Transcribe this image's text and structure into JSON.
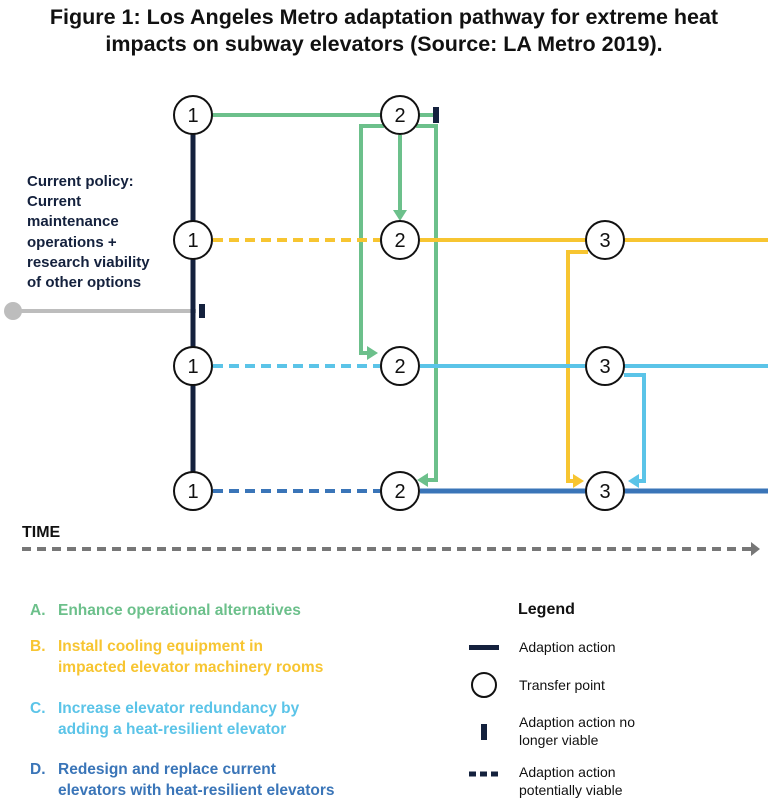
{
  "title": {
    "line1": "Figure 1: Los Angeles Metro adaptation pathway for extreme heat",
    "line2": "impacts on subway elevators (Source: LA Metro 2019)."
  },
  "current_policy": [
    "Current policy:",
    "Current",
    "maintenance",
    "operations +",
    "research viability",
    "of other options"
  ],
  "time_label": "TIME",
  "nodes": {
    "a": [
      "1",
      "2"
    ],
    "b": [
      "1",
      "2",
      "3"
    ],
    "c": [
      "1",
      "2",
      "3"
    ],
    "d": [
      "1",
      "2",
      "3"
    ]
  },
  "options": [
    {
      "letter": "A.",
      "lines": [
        "Enhance operational alternatives"
      ],
      "color": "#6cc08b"
    },
    {
      "letter": "B.",
      "lines": [
        "Install cooling equipment in",
        "impacted elevator machinery rooms"
      ],
      "color": "#f7c531"
    },
    {
      "letter": "C.",
      "lines": [
        "Increase elevator redundancy by",
        "adding a heat-resilient elevator"
      ],
      "color": "#5bc4e8"
    },
    {
      "letter": "D.",
      "lines": [
        "Redesign and replace current",
        "elevators with heat-resilient elevators"
      ],
      "color": "#3a75b8"
    }
  ],
  "legend": {
    "title": "Legend",
    "items": [
      {
        "icon": "adaptation-action-icon",
        "lines": [
          "Adaption action"
        ]
      },
      {
        "icon": "transfer-point-icon",
        "lines": [
          "Transfer point"
        ]
      },
      {
        "icon": "no-longer-viable-icon",
        "lines": [
          "Adaption action no",
          "longer viable"
        ]
      },
      {
        "icon": "potentially-viable-icon",
        "lines": [
          "Adaption action",
          "potentially viable"
        ]
      }
    ]
  },
  "colors": {
    "a": "#6cc08b",
    "b": "#f7c531",
    "c": "#5bc4e8",
    "d": "#3a75b8",
    "navy": "#14213d",
    "gray": "#bdbdbd",
    "time": "#777777"
  }
}
